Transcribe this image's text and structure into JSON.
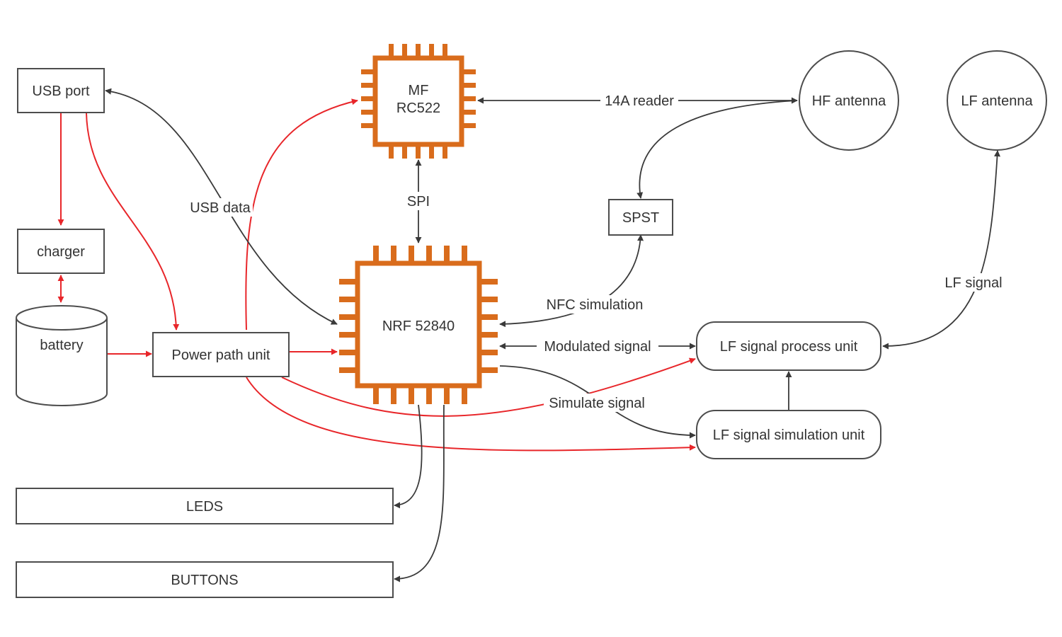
{
  "nodes": {
    "usb_port": "USB port",
    "charger": "charger",
    "battery": "battery",
    "power_path": "Power path unit",
    "mf_rc522_line1": "MF",
    "mf_rc522_line2": "RC522",
    "nrf": "NRF 52840",
    "hf_antenna": "HF antenna",
    "lf_antenna": "LF antenna",
    "spst": "SPST",
    "lf_process": "LF signal process unit",
    "lf_simulation": "LF signal simulation unit",
    "leds": "LEDS",
    "buttons": "BUTTONS"
  },
  "edge_labels": {
    "usb_data": "USB data",
    "spi": "SPI",
    "reader_14a": "14A reader",
    "nfc_simulation": "NFC simulation",
    "modulated_signal": "Modulated signal",
    "simulate_signal": "Simulate signal",
    "lf_signal": "LF signal"
  },
  "colors": {
    "power_edge": "#e8262a",
    "signal_edge": "#3a3a3a",
    "chip_outline": "#d96c1c",
    "box_outline": "#4d4d4d"
  }
}
